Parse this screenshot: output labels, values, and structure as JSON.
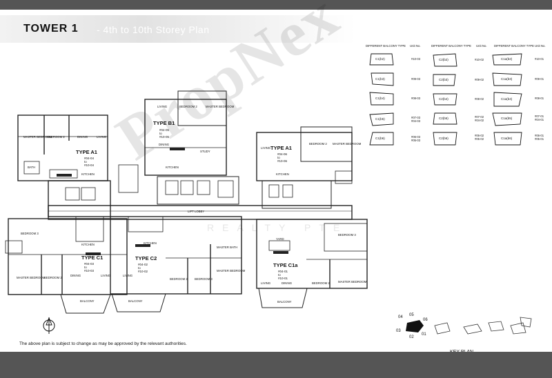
{
  "header": {
    "title": "TOWER 1",
    "subtitle": "- 4th to 10th Storey Plan"
  },
  "units": {
    "b1": {
      "title": "TYPE B1",
      "numbers": "#04-05\nto\n#10-05"
    },
    "a1_left": {
      "title": "TYPE A1",
      "numbers": "#04-04\nto\n#10-04"
    },
    "a1_right": {
      "title": "TYPE A1",
      "numbers": "#04-06\nto\n#10-06"
    },
    "c1": {
      "title": "TYPE C1",
      "numbers": "#04-03\nto\n#10-03"
    },
    "c2": {
      "title": "TYPE C2",
      "numbers": "#04-02\nto\n#10-02"
    },
    "c1a": {
      "title": "TYPE C1a",
      "numbers": "#04-01\nto\n#10-01"
    }
  },
  "rooms": [
    "MASTER BEDROOM",
    "BEDROOM 2",
    "DINING",
    "LIVING",
    "BATH",
    "KITCHEN",
    "BEDROOM 2",
    "MASTER BEDROOM",
    "LIVING",
    "DINING",
    "KITCHEN",
    "STUDY",
    "LIFT LOBBY",
    "BEDROOM 2",
    "MASTER BEDROOM",
    "LIVING",
    "KITCHEN",
    "BEDROOM 3",
    "KITCHEN",
    "MASTER BEDROOM",
    "BEDROOM 2",
    "DINING",
    "LIVING",
    "BALCONY",
    "LIVING",
    "BALCONY",
    "BEDROOM 2",
    "BEDROOM 3",
    "MASTER BEDROOM",
    "MASTER BATH",
    "KITCHEN",
    "BEDROOM 3",
    "BEDROOM 2",
    "MASTER BEDROOM",
    "BALCONY",
    "LIVING",
    "DINING",
    "YARD"
  ],
  "legend": {
    "headers": [
      "DIFFERENT BALCONY TYPE",
      "Unit No.",
      "DIFFERENT BALCONY TYPE",
      "Unit No.",
      "DIFFERENT BALCONY TYPE",
      "Unit No."
    ],
    "rows": [
      {
        "c1": "C1(b2)",
        "c1_units": "#10-03",
        "c2": "C2(b2)",
        "c2_units": "#10-02",
        "c1a": "C1a(b2)",
        "c1a_units": "#10-01"
      },
      {
        "c1": "C1(b3)",
        "c1_units": "#09-03",
        "c2": "C2(b3)",
        "c2_units": "#09-02",
        "c1a": "C1a(b3)",
        "c1a_units": "#09-01"
      },
      {
        "c1": "C1(b4)",
        "c1_units": "#08-03",
        "c2": "C2(b4)",
        "c2_units": "#08-02",
        "c1a": "C1a(b4)",
        "c1a_units": "#08-01"
      },
      {
        "c1": "C1(b5)",
        "c1_units": "#07-03\n#04-03",
        "c2": "C2(b5)",
        "c2_units": "#07-02\n#04-02",
        "c1a": "C1a(b5)",
        "c1a_units": "#07-01\n#04-01"
      },
      {
        "c1": "C1(b6)",
        "c1_units": "#06-03\n#05-03",
        "c2": "C2(b6)",
        "c2_units": "#06-02\n#05-02",
        "c1a": "C1a(b6)",
        "c1a_units": "#06-01\n#05-01"
      }
    ]
  },
  "key_plan": {
    "title": "KEY PLAN",
    "labels": [
      "04",
      "05",
      "06",
      "03",
      "02",
      "01"
    ]
  },
  "footer": {
    "disclaimer": "The above plan is subject to change as may be approved by the relevant authorities."
  },
  "watermark": {
    "main": "PropNex",
    "sub": "REALTY PTE"
  }
}
